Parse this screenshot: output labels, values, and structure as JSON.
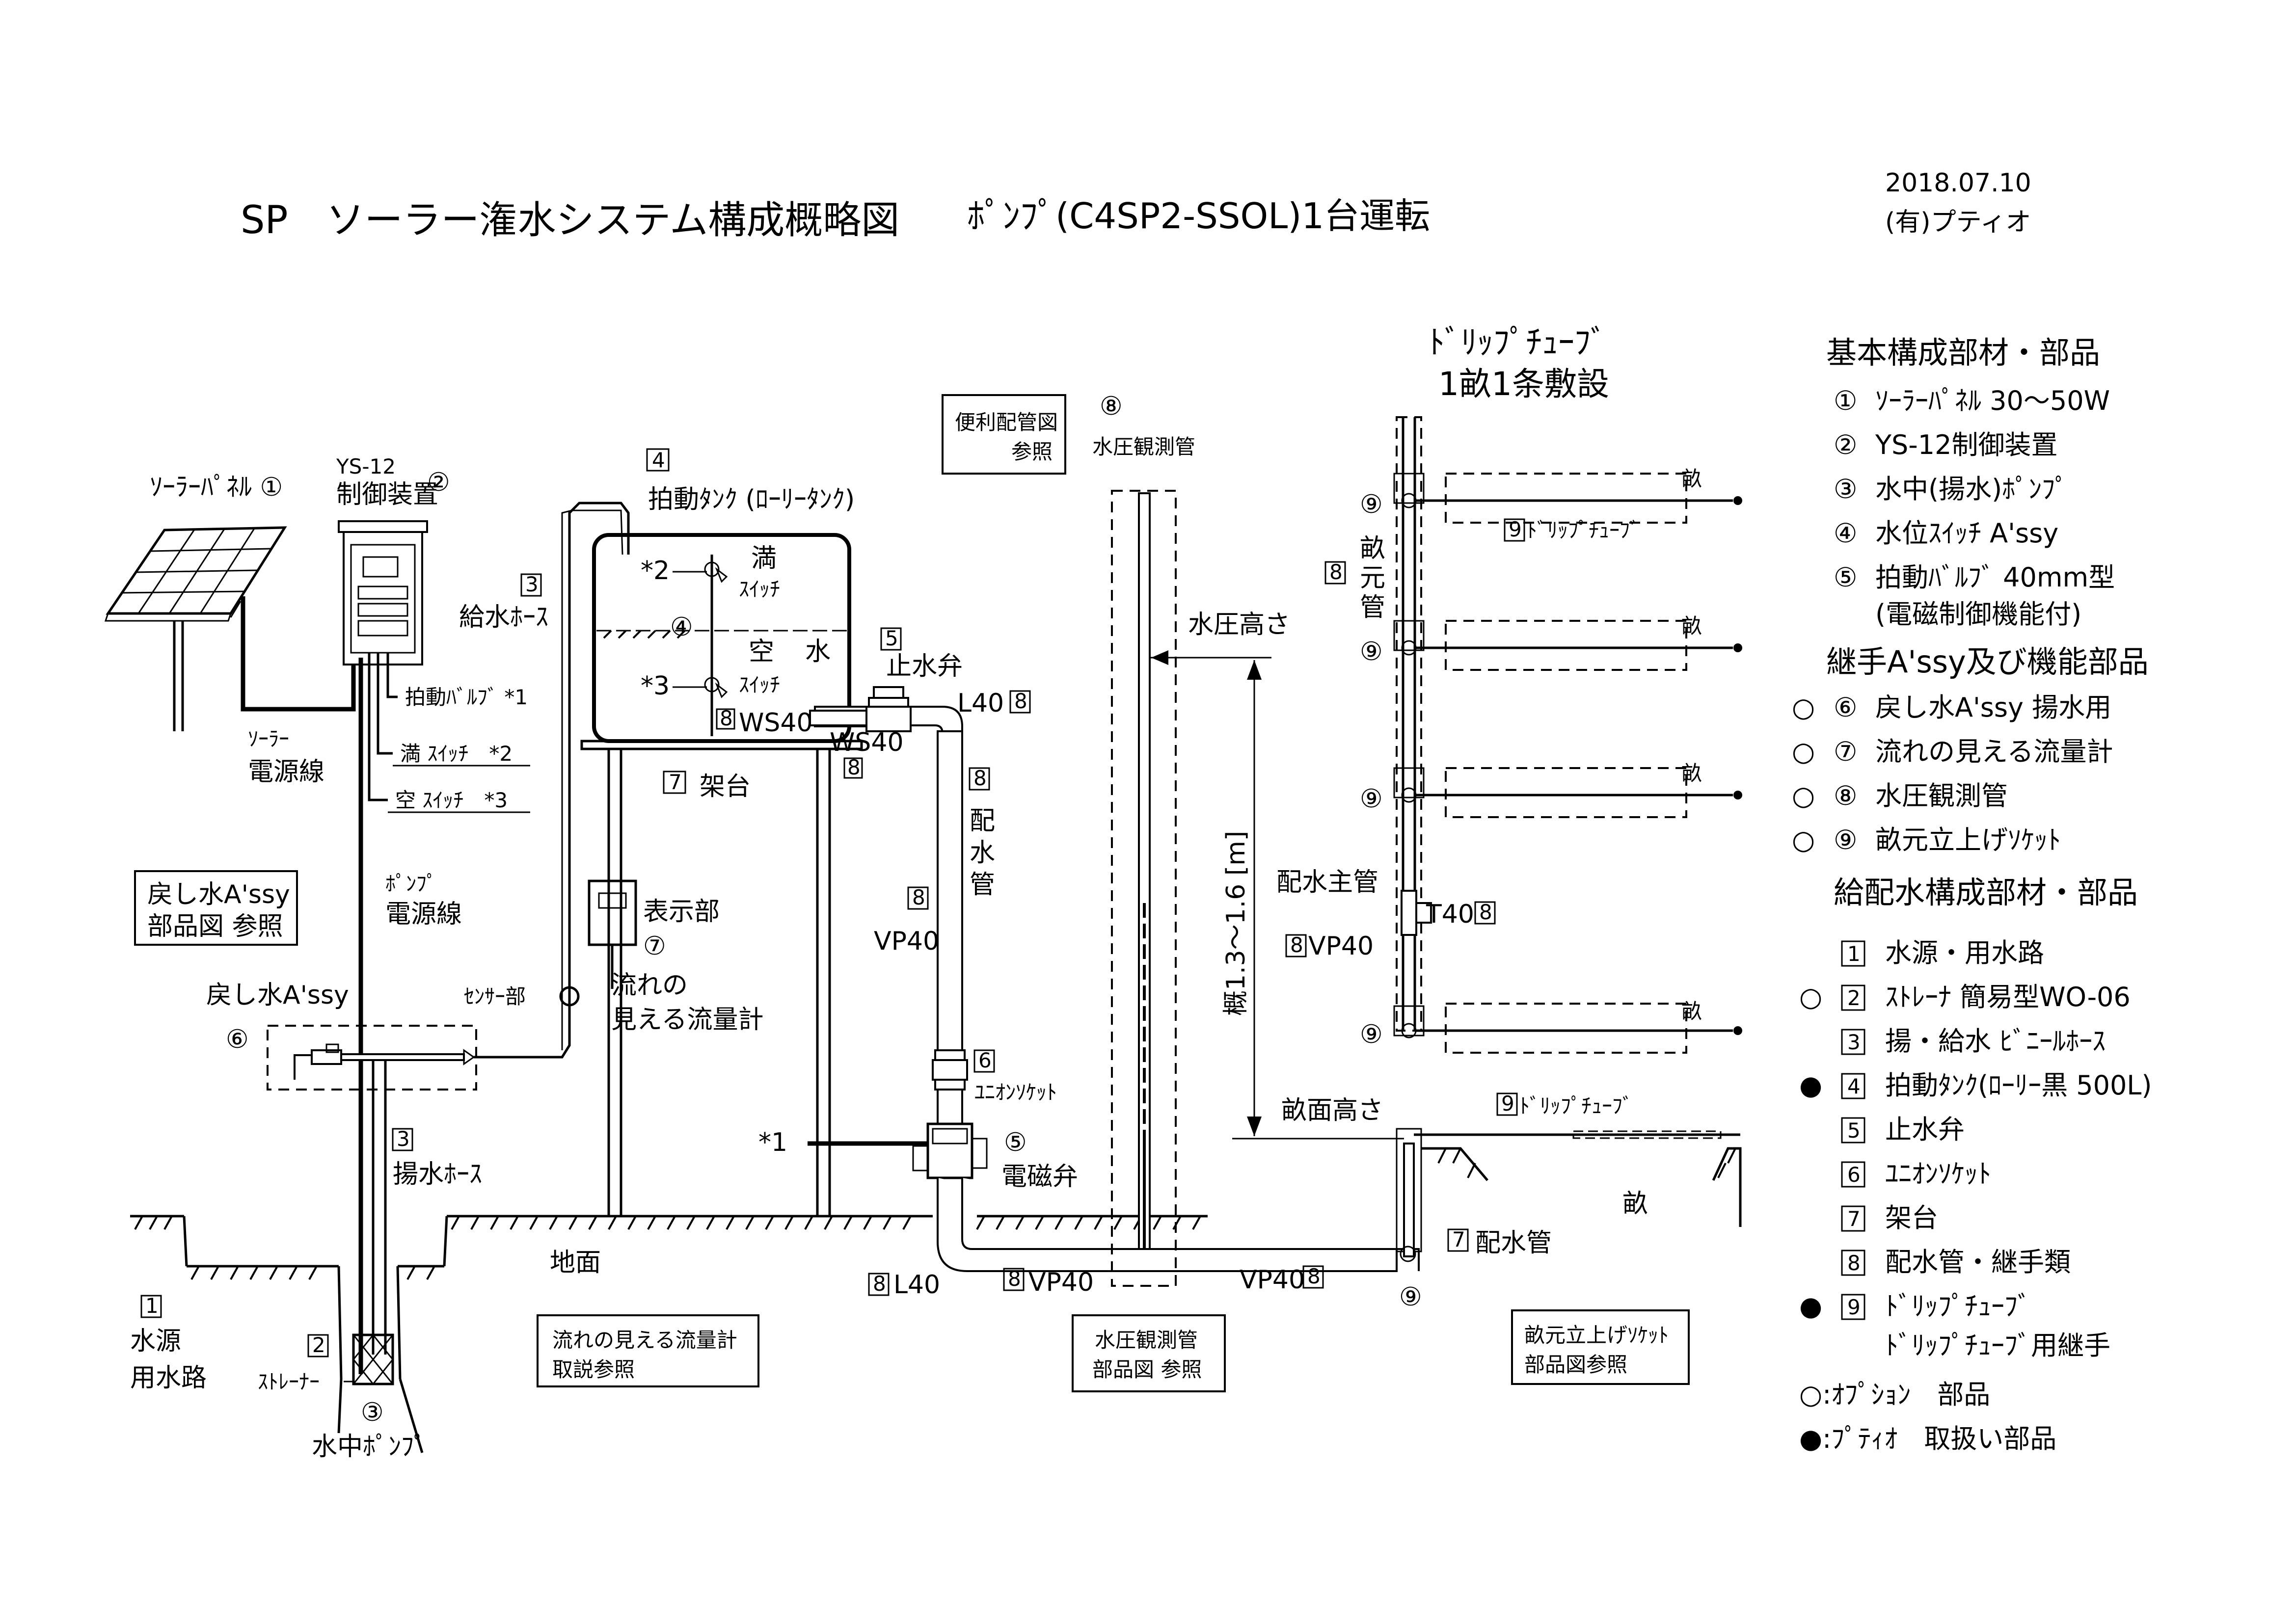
{
  "header": {
    "title": "SP　ソーラー潅水システム構成概略図",
    "subtitle": "ﾎﾟﾝﾌﾟ(C4SP2-SSOL)1台運転",
    "date": "2018.07.10",
    "company": "(有)プティオ"
  },
  "drip_title": {
    "line1": "ﾄﾞﾘｯﾌﾟﾁｭｰﾌﾞ",
    "line2": "1畝1条敷設"
  },
  "labels": {
    "solar_panel": "ｿｰﾗｰﾊﾟﾈﾙ ①",
    "controller_model": "YS-12",
    "controller_name": "制御装置",
    "controller_num": "②",
    "solar_power_line_1": "ｿｰﾗｰ",
    "solar_power_line_2": "電源線",
    "pump_power_line_1": "ﾎﾟﾝﾌﾟ",
    "pump_power_line_2": "電源線",
    "wire_valve": "拍動ﾊﾞﾙﾌﾞ *1",
    "wire_full": "満 ｽｲｯﾁ　*2",
    "wire_empty": "空 ｽｲｯﾁ　*3",
    "return_ref_1": "戻し水A'ssy",
    "return_ref_2": "部品図 参照",
    "return_assy": "戻し水A'ssy",
    "return_num": "⑥",
    "lift_hose_num": "3",
    "lift_hose": "揚水ﾎｰｽ",
    "water_source_num": "1",
    "water_source_1": "水源",
    "water_source_2": "用水路",
    "strainer_num": "2",
    "strainer": "ｽﾄﾚｰﾅｰ",
    "sub_pump_num": "③",
    "sub_pump": "水中ﾎﾟﾝﾌﾟ",
    "ground": "地面",
    "supply_hose_num": "3",
    "supply_hose": "給水ﾎｰｽ",
    "tank_num": "4",
    "tank": "拍動ﾀﾝｸ (ﾛｰﾘｰﾀﾝｸ)",
    "full_label": "満",
    "full_switch": "ｽｲｯﾁ",
    "star2": "*2",
    "star3": "*3",
    "switch_num": "④",
    "empty_label": "空",
    "water_label": "水",
    "empty_switch": "ｽｲｯﾁ",
    "ws40_num": "8",
    "ws40": "WS40",
    "ws40b": "WS40",
    "ws40b_num": "8",
    "stand_num": "7",
    "stand": "架台",
    "display": "表示部",
    "flow_num": "⑦",
    "flow_1": "流れの",
    "flow_2": "見える流量計",
    "sensor": "ｾﾝｻｰ部",
    "flow_ref_1": "流れの見える流量計",
    "flow_ref_2": "取説参照",
    "stop_valve_num": "5",
    "stop_valve": "止水弁",
    "l40_top": "L40",
    "l40_top_num": "8",
    "dist_pipe_num": "8",
    "dist_pipe_1": "配",
    "dist_pipe_2": "水",
    "dist_pipe_3": "管",
    "vp40_num": "8",
    "vp40": "VP40",
    "union_num": "6",
    "union": "ﾕﾆｵﾝｿｹｯﾄ",
    "star1": "*1",
    "solenoid_num": "⑤",
    "solenoid": "電磁弁",
    "l40_bot_num": "8",
    "l40_bot": "L40",
    "vp40_bot_num": "8",
    "vp40_bot": "VP40",
    "vp40_mid": "VP40",
    "vp40_mid_num": "8",
    "convenient_ref_1": "便利配管図",
    "convenient_ref_2": "参照",
    "gauge_num": "⑧",
    "gauge": "水圧観測管",
    "pressure_height": "水圧高さ",
    "height_range": "概1.3～1.6 [m]",
    "gauge_ref_1": "水圧観測管",
    "gauge_ref_2": "部品図 参照",
    "ridge_height": "畝面高さ",
    "main_pipe": "配水主管",
    "t40": "T40",
    "t40_num": "8",
    "vp40_main_num": "8",
    "vp40_main": "VP40",
    "ridge_pipe_num": "8",
    "ridge_pipe_1": "畝",
    "ridge_pipe_2": "元",
    "ridge_pipe_3": "管",
    "riser_num": "⑨",
    "drip_tube_num": "9",
    "drip_tube": "ﾄﾞﾘｯﾌﾟﾁｭｰﾌﾞ",
    "ridge": "畝",
    "dist_pipe_bot_num": "7",
    "dist_pipe_bot": "配水管",
    "riser_bot_num": "⑨",
    "riser_ref_1": "畝元立上げｿｹｯﾄ",
    "riser_ref_2": "部品図参照",
    "drip_tube_bot_num": "9",
    "drip_tube_bot": "ﾄﾞﾘｯﾌﾟﾁｭｰﾌﾞ",
    "ridge_bot": "畝"
  },
  "legend": {
    "basic_heading": "基本構成部材・部品",
    "basic_items": [
      {
        "num": "①",
        "text": "ｿｰﾗｰﾊﾟﾈﾙ 30～50W"
      },
      {
        "num": "②",
        "text": "YS-12制御装置"
      },
      {
        "num": "③",
        "text": "水中(揚水)ﾎﾟﾝﾌﾟ"
      },
      {
        "num": "④",
        "text": "水位ｽｲｯﾁ A'ssy"
      },
      {
        "num": "⑤",
        "text": "拍動ﾊﾞﾙﾌﾞ 40mm型"
      }
    ],
    "basic_note": "(電磁制御機能付)",
    "joint_heading": "継手A'ssy及び機能部品",
    "joint_items": [
      {
        "mark": "○",
        "num": "⑥",
        "text": "戻し水A'ssy 揚水用"
      },
      {
        "mark": "○",
        "num": "⑦",
        "text": "流れの見える流量計"
      },
      {
        "mark": "○",
        "num": "⑧",
        "text": "水圧観測管"
      },
      {
        "mark": "○",
        "num": "⑨",
        "text": "畝元立上げｿｹｯﾄ"
      }
    ],
    "supply_heading": "給配水構成部材・部品",
    "supply_items": [
      {
        "mark": "",
        "num": "1",
        "text": "水源・用水路"
      },
      {
        "mark": "○",
        "num": "2",
        "text": "ｽﾄﾚｰﾅ 簡易型WO-06"
      },
      {
        "mark": "",
        "num": "3",
        "text": "揚・給水 ﾋﾞﾆｰﾙﾎｰｽ"
      },
      {
        "mark": "●",
        "num": "4",
        "text": "拍動ﾀﾝｸ(ﾛｰﾘｰ黒 500L)"
      },
      {
        "mark": "",
        "num": "5",
        "text": "止水弁"
      },
      {
        "mark": "",
        "num": "6",
        "text": "ﾕﾆｵﾝｿｹｯﾄ"
      },
      {
        "mark": "",
        "num": "7",
        "text": "架台"
      },
      {
        "mark": "",
        "num": "8",
        "text": "配水管・継手類"
      },
      {
        "mark": "●",
        "num": "9",
        "text": "ﾄﾞﾘｯﾌﾟﾁｭｰﾌﾞ"
      }
    ],
    "supply_note": "ﾄﾞﾘｯﾌﾟﾁｭｰﾌﾞ用継手",
    "option_note": "○:ｵﾌﾟｼｮﾝ　部品",
    "handled_note": "●:ﾌﾟﾃｨｵ　取扱い部品"
  }
}
